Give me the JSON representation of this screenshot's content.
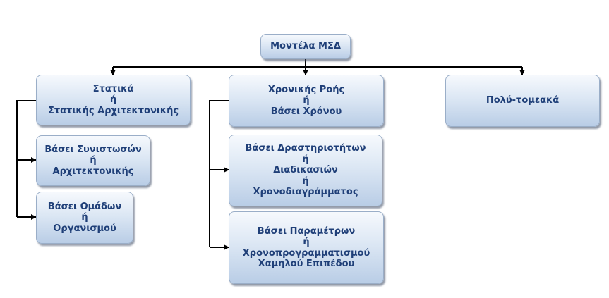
{
  "diagram": {
    "root": {
      "lines": [
        "Μοντέλα ΜΣΔ"
      ]
    },
    "static": {
      "lines": [
        "Στατικά",
        "ή",
        "Στατικής Αρχιτεκτονικής"
      ]
    },
    "static_components": {
      "lines": [
        "Βάσει Συνιστωσών",
        "ή",
        "Αρχιτεκτονικής"
      ]
    },
    "static_groups": {
      "lines": [
        "Βάσει Ομάδων",
        "ή",
        "Οργανισμού"
      ]
    },
    "temporal": {
      "lines": [
        "Χρονικής Ροής",
        "ή",
        "Βάσει Χρόνου"
      ]
    },
    "temporal_activities": {
      "lines": [
        "Βάσει Δραστηριοτήτων",
        "ή",
        "Διαδικασιών",
        "ή",
        "Χρονοδιαγράμματος"
      ]
    },
    "temporal_parameters": {
      "lines": [
        "Βάσει Παραμέτρων",
        "ή",
        "Χρονοπρογραμματισμού",
        "Χαμηλού Επιπέδου"
      ]
    },
    "multi_sector": {
      "lines": [
        "Πολύ-τομεακά"
      ]
    }
  },
  "colors": {
    "text": "#1f3f78",
    "connector": "#000000"
  }
}
